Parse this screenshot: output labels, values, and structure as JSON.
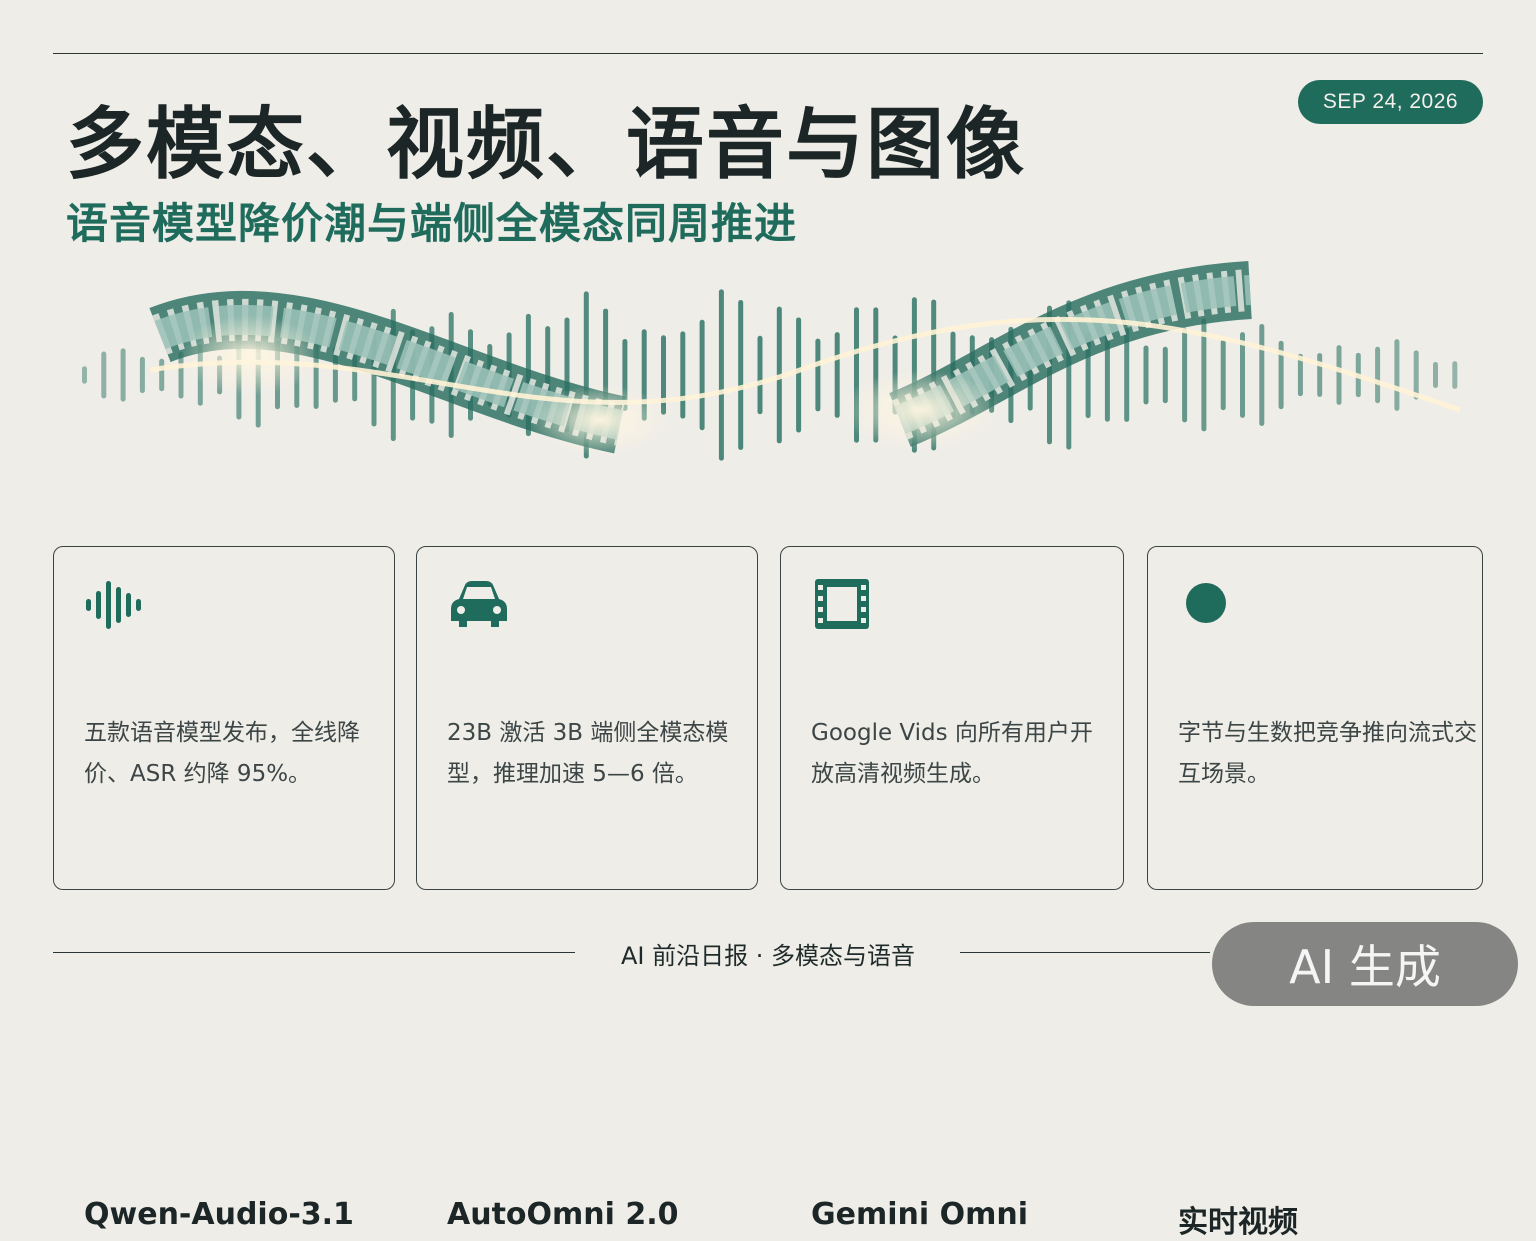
{
  "header": {
    "title": "多模态、视频、语音与图像",
    "subtitle": "语音模型降价潮与端侧全模态同周推进",
    "date": "SEP 24, 2026"
  },
  "cards": [
    {
      "icon": "waveform-icon",
      "title": "Qwen-Audio-3.1",
      "desc": "五款语音模型发布，全线降价、ASR 约降 95%。"
    },
    {
      "icon": "car-icon",
      "title": "AutoOmni 2.0",
      "desc": "23B 激活 3B 端侧全模态模型，推理加速 5—6 倍。"
    },
    {
      "icon": "film-icon",
      "title": "Gemini Omni",
      "desc": "Google Vids 向所有用户开放高清视频生成。"
    },
    {
      "icon": "dot-icon",
      "title": "实时视频",
      "desc": "字节与生数把竞争推向流式交互场景。"
    }
  ],
  "footer": {
    "text": "AI 前沿日报 · 多模态与语音"
  },
  "watermark": {
    "text": "AI 生成"
  },
  "colors": {
    "accent": "#1f6b5c",
    "background": "#efede8",
    "text": "#1c2626"
  }
}
